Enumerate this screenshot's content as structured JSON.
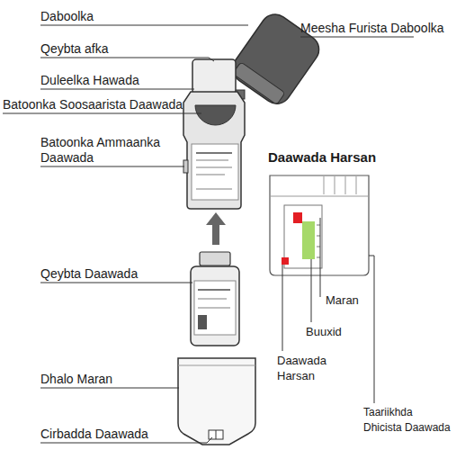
{
  "diagram": {
    "labels": [
      "Daboolka",
      "Meesha Furista Daboolka",
      "Qeybta afka",
      "Duleelka Hawada",
      "Batoonka Soosaarista Daawada",
      "Batoonka Ammaanka Daawada",
      "Daawada Harsan",
      "Qeybta Daawada",
      "Maran",
      "Buuxid",
      "Daawada Harsan",
      "Dhalo Maran",
      "Taariikhda Dhicista Daawada",
      "Cirbadda Daawada"
    ]
  }
}
